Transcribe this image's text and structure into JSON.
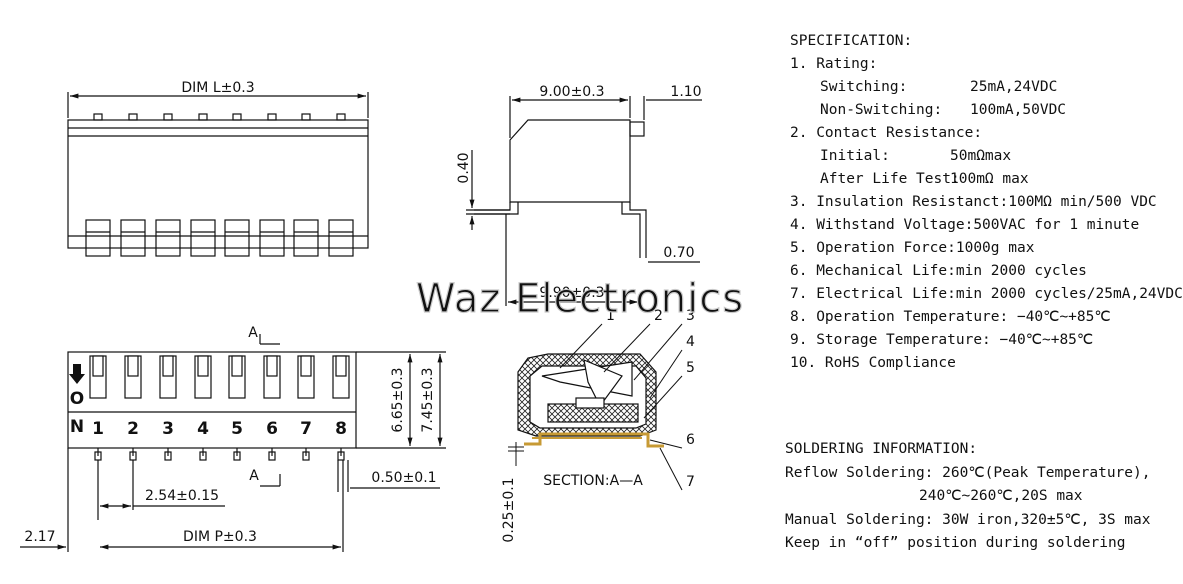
{
  "watermark": "Waz Electronics",
  "top_view": {
    "dim_length": "DIM L±0.3"
  },
  "front_view": {
    "section_mark": "A",
    "on_label_top": "O",
    "on_label_bottom": "N",
    "switch_numbers": [
      "1",
      "2",
      "3",
      "4",
      "5",
      "6",
      "7",
      "8"
    ],
    "dim_height_1": "6.65±0.3",
    "dim_height_2": "7.45±0.3",
    "dim_pin_width": "0.50±0.1",
    "dim_pitch": "2.54±0.15",
    "dim_offset": "2.17",
    "dim_pitch_total": "DIM P±0.3"
  },
  "side_view": {
    "dim_body": "9.00±0.3",
    "dim_tab": "1.10",
    "dim_lead_thickness": "0.40",
    "dim_lead": "0.70",
    "dim_total": "9.90±0.3"
  },
  "section_view": {
    "callouts": [
      "1",
      "2",
      "3",
      "4",
      "5",
      "6",
      "7"
    ],
    "title": "SECTION:A—A",
    "dim_standoff": "0.25±0.1"
  },
  "specification": {
    "heading": "SPECIFICATION:",
    "items": [
      {
        "label": "1. Rating:"
      },
      {
        "sub": "Switching:",
        "value": "25mA,24VDC"
      },
      {
        "sub": "Non-Switching:",
        "value": "100mA,50VDC"
      },
      {
        "label": "2. Contact Resistance:"
      },
      {
        "sub": "Initial:",
        "value": "50mΩmax"
      },
      {
        "sub": "After Life Test:",
        "value": "100mΩ max"
      },
      {
        "label": "3. Insulation Resistanct:100MΩ min/500 VDC"
      },
      {
        "label": "4. Withstand Voltage:500VAC for 1 minute"
      },
      {
        "label": "5. Operation Force:1000g max"
      },
      {
        "label": "6. Mechanical Life:min 2000 cycles"
      },
      {
        "label": "7. Electrical Life:min 2000 cycles/25mA,24VDC"
      },
      {
        "label": "8. Operation Temperature: −40℃~+85℃"
      },
      {
        "label": "9. Storage Temperature: −40℃~+85℃"
      },
      {
        "label": "10. RoHS Compliance"
      }
    ]
  },
  "soldering": {
    "heading": "SOLDERING INFORMATION:",
    "reflow": "Reflow Soldering: 260℃(Peak Temperature),",
    "reflow_2": "240℃~260℃,20S max",
    "manual": "Manual Soldering: 30W iron,320±5℃, 3S max",
    "note": "Keep in “off” position during soldering"
  }
}
